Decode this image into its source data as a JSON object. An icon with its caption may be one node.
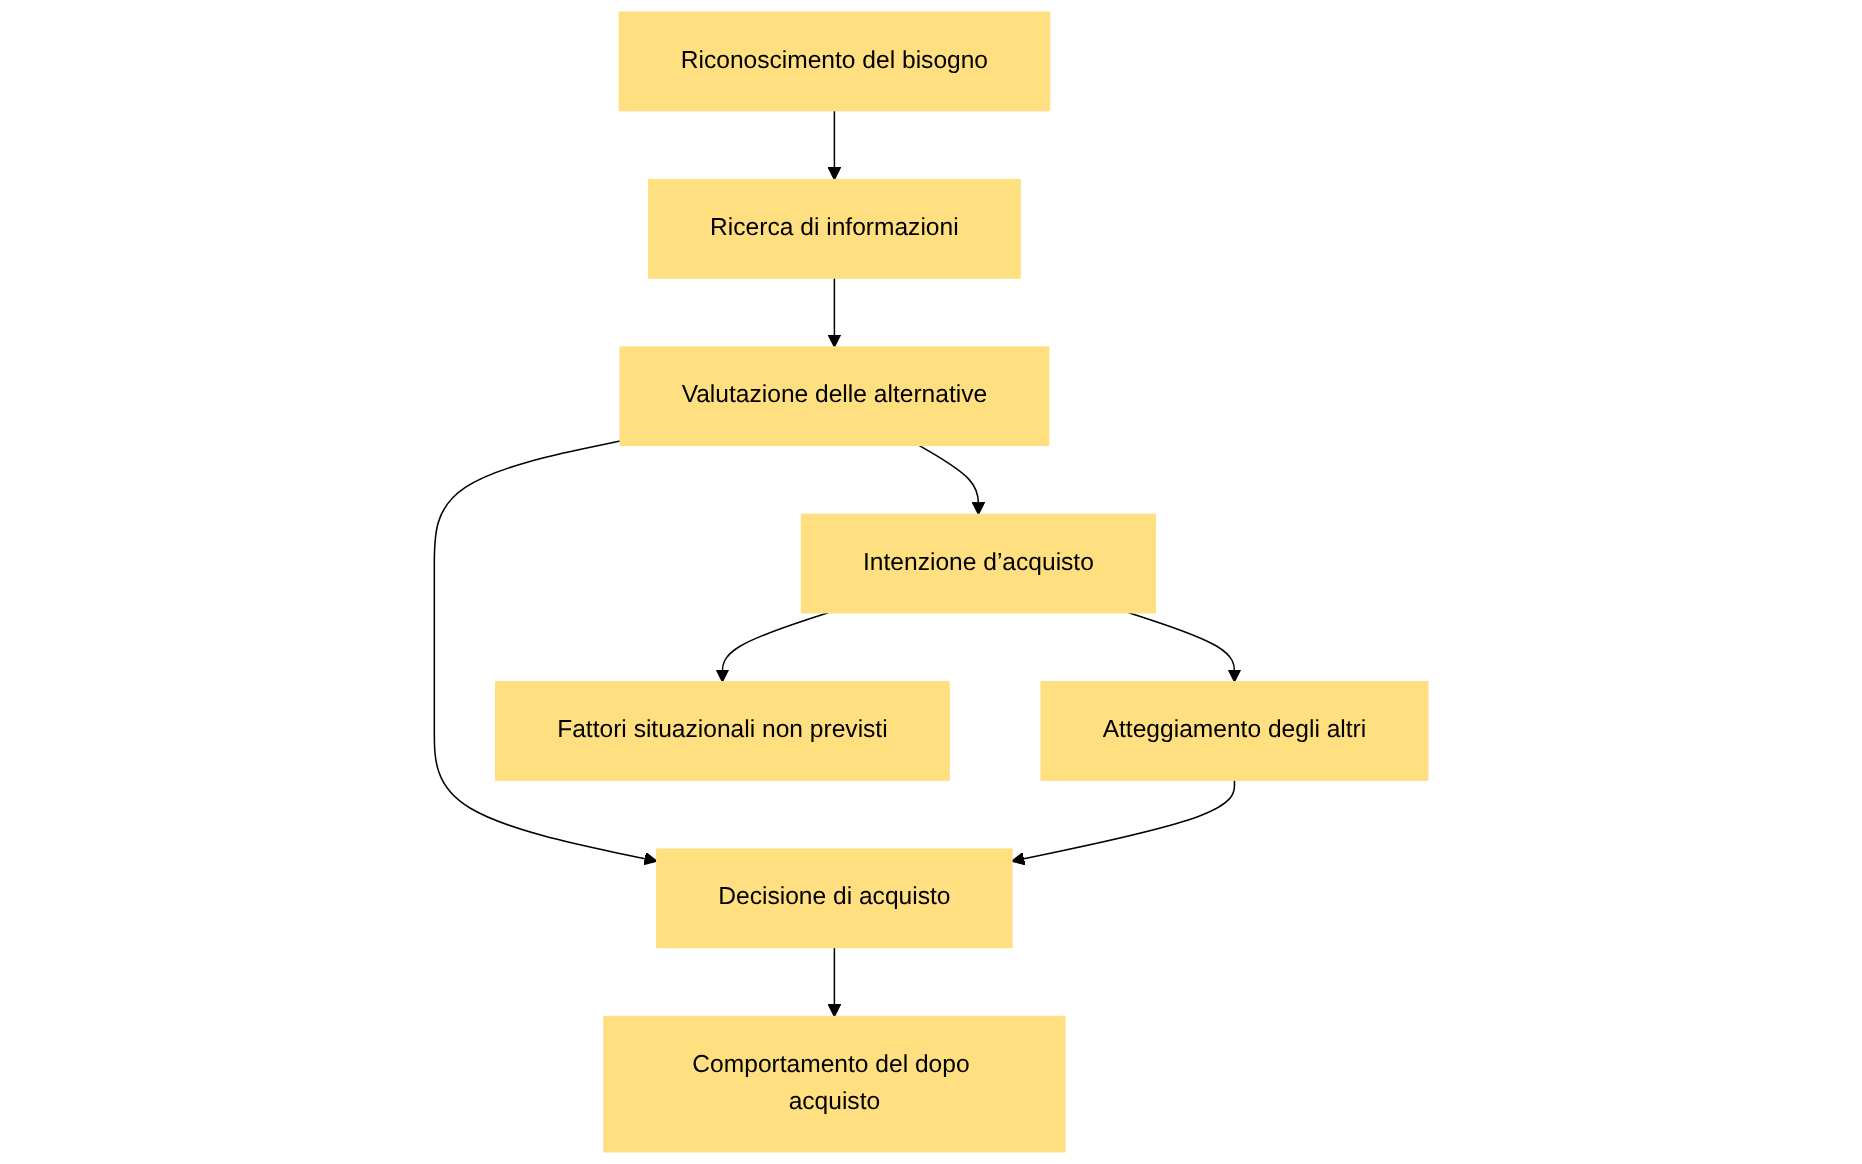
{
  "diagram": {
    "nodes": [
      {
        "text": [
          "Riconoscimento del bisogno"
        ]
      },
      {
        "text": [
          "Ricerca di informazioni"
        ]
      },
      {
        "text": [
          "Valutazione delle alternative"
        ]
      },
      {
        "text": [
          "Decisione di acquisto"
        ]
      },
      {
        "text": [
          "Comportamento del dopo acquisto"
        ]
      },
      {
        "text": [
          "Intenzione d’acquisto"
        ]
      },
      {
        "text": [
          "Atteggiamento degli altri"
        ]
      },
      {
        "text": [
          "Fattori situazionali non previsti"
        ]
      }
    ],
    "edges": [
      {
        "from": 0,
        "to": 1,
        "arrow": "to"
      },
      {
        "from": 1,
        "to": 2,
        "arrow": "to"
      },
      {
        "from": 2,
        "to": 3,
        "arrow": "to"
      },
      {
        "from": 3,
        "to": 4,
        "arrow": "to"
      },
      {
        "from": 2,
        "to": 5,
        "arrow": "to"
      },
      {
        "from": 5,
        "to": 6,
        "arrow": "to"
      },
      {
        "from": 5,
        "to": 7,
        "arrow": "to"
      },
      {
        "from": 6,
        "to": 3,
        "arrow": "to"
      }
    ]
  }
}
